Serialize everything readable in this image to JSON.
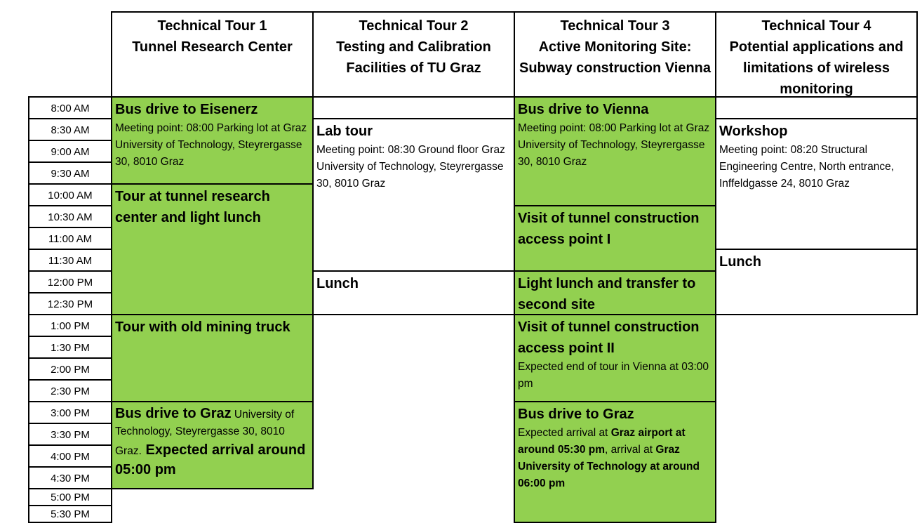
{
  "headers": [
    {
      "line1": "Technical Tour 1",
      "line2": "Tunnel Research Center",
      "line3": ""
    },
    {
      "line1": "Technical Tour 2",
      "line2": "Testing and Calibration",
      "line3": "Facilities of TU Graz"
    },
    {
      "line1": "Technical Tour 3",
      "line2": "Active Monitoring Site:",
      "line3": "Subway construction Vienna"
    },
    {
      "line1": "Technical Tour 4",
      "line2": "Potential applications and",
      "line3": "limitations of wireless monitoring"
    }
  ],
  "times": [
    "8:00 AM",
    "8:30 AM",
    "9:00 AM",
    "9:30 AM",
    "10:00 AM",
    "10:30 AM",
    "11:00 AM",
    "11:30 AM",
    "12:00 PM",
    "12:30 PM",
    "1:00 PM",
    "1:30 PM",
    "2:00 PM",
    "2:30 PM",
    "3:00 PM",
    "3:30 PM",
    "4:00 PM",
    "4:30 PM",
    "5:00 PM",
    "5:30 PM"
  ],
  "tour1": {
    "bus_eisenerz": {
      "title": "Bus drive to Eisenerz",
      "detail": "Meeting point: 08:00 Parking lot at Graz University of Technology, Steyrergasse 30, 8010 Graz"
    },
    "tunnel_tour": {
      "title": "Tour at tunnel research center and light lunch"
    },
    "mining_truck": {
      "title": "Tour with old mining truck"
    },
    "bus_graz": {
      "title": "Bus drive to Graz",
      "detail": " University of Technology, Steyrergasse 30, 8010 Graz.",
      "arrival": " Expected arrival around 05:00 pm"
    }
  },
  "tour2": {
    "lab_tour": {
      "title": "Lab tour",
      "detail": "Meeting point: 08:30 Ground floor Graz University of Technology, Steyrergasse 30, 8010 Graz"
    },
    "lunch": {
      "title": "Lunch"
    }
  },
  "tour3": {
    "bus_vienna": {
      "title": "Bus drive to Vienna",
      "detail": "Meeting point: 08:00 Parking lot at Graz University of Technology, Steyrergasse 30, 8010 Graz"
    },
    "access_point_1": {
      "title": "Visit of tunnel construction access point I"
    },
    "light_lunch": {
      "title": "Light lunch and transfer to second site"
    },
    "access_point_2": {
      "title": "Visit of tunnel construction access point II",
      "detail": "Expected end of tour in Vienna at 03:00 pm"
    },
    "bus_graz": {
      "title": "Bus drive to Graz",
      "detail_a": "Expected arrival at ",
      "detail_b": "Graz airport at around 05:30 pm",
      "detail_c": ", arrival at ",
      "detail_d": "Graz University of Technology at around 06:00 pm"
    }
  },
  "tour4": {
    "workshop": {
      "title": "Workshop",
      "detail": "Meeting point: 08:20 Structural Engineering Centre, North entrance, Inffeldgasse 24, 8010 Graz"
    },
    "lunch": {
      "title": "Lunch"
    }
  },
  "colors": {
    "activity_green": "#92d050",
    "border": "#000000"
  }
}
